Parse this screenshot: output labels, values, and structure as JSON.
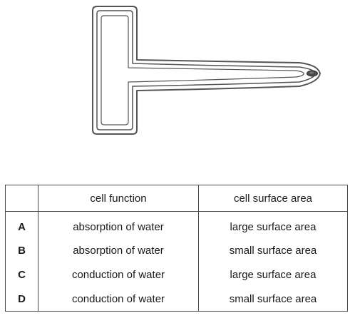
{
  "diagram": {
    "subject": "root-hair-cell-icon",
    "outline_color": "#555555",
    "nucleus_color": "#444444"
  },
  "table": {
    "headers": [
      "",
      "cell function",
      "cell surface area"
    ],
    "rows": [
      {
        "option": "A",
        "function": "absorption of water",
        "surface_area": "large surface area"
      },
      {
        "option": "B",
        "function": "absorption of water",
        "surface_area": "small surface area"
      },
      {
        "option": "C",
        "function": "conduction of water",
        "surface_area": "large surface area"
      },
      {
        "option": "D",
        "function": "conduction of water",
        "surface_area": "small surface area"
      }
    ]
  }
}
